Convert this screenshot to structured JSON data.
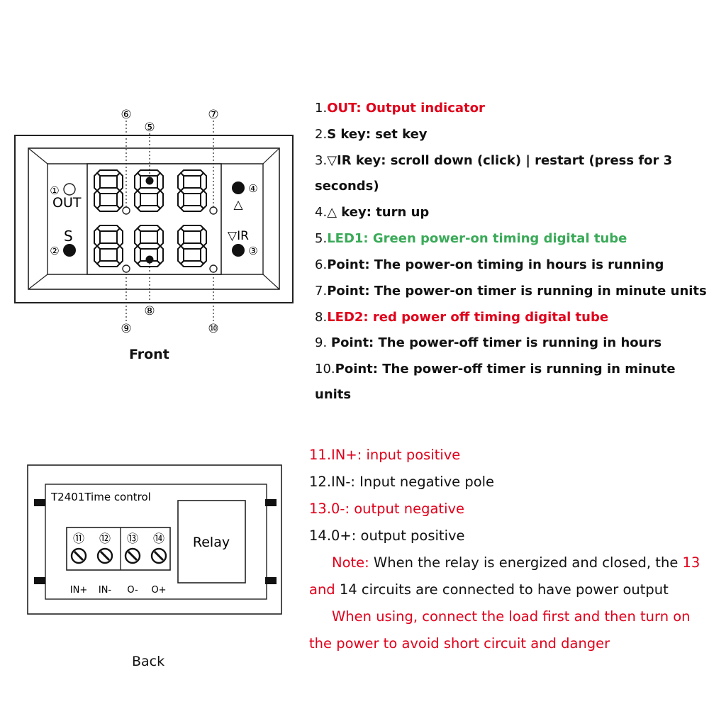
{
  "front": {
    "caption": "Front",
    "markers": [
      "①",
      "②",
      "③",
      "④",
      "⑤",
      "⑥",
      "⑦",
      "⑧",
      "⑨",
      "⑩"
    ],
    "out_label": "OUT",
    "s_label": "S",
    "up_label": "△",
    "down_ir_label": "▽IR",
    "items": [
      {
        "num": "1.",
        "text": "OUT: Output indicator",
        "color": "#e0001b"
      },
      {
        "num": "2.",
        "text": "S key: set key",
        "color": "#111111"
      },
      {
        "num": "3.",
        "text": "▽IR key: scroll down (click) | restart (press for 3",
        "color": "#111111"
      },
      {
        "num": "",
        "text": "seconds)",
        "color": "#111111"
      },
      {
        "num": "4.",
        "text": "△ key: turn up",
        "color": "#111111"
      },
      {
        "num": "5.",
        "text": "LED1: Green power-on timing digital tube",
        "color": "#3aaa58"
      },
      {
        "num": "6.",
        "text": "Point: The power-on timing in hours is running",
        "color": "#111111"
      },
      {
        "num": "7.",
        "text": "Point: The power-on timer is running in minute units",
        "color": "#111111"
      },
      {
        "num": "8.",
        "text": "LED2: red power off timing digital tube",
        "color": "#e0001b"
      },
      {
        "num": "9. ",
        "text": "Point: The power-off timer is running in hours",
        "color": "#111111"
      },
      {
        "num": "10.",
        "text": "Point: The power-off timer is running in minute",
        "color": "#111111"
      },
      {
        "num": "",
        "text": "units",
        "color": "#111111"
      }
    ]
  },
  "back": {
    "caption": "Back",
    "board_title": "T2401Time control",
    "relay_label": "Relay",
    "terminal_numbers": [
      "⑪",
      "⑫",
      "⑬",
      "⑭"
    ],
    "terminal_labels": [
      "IN+",
      "IN-",
      "O-",
      "O+"
    ],
    "items": [
      {
        "text": "11.IN+: input positive",
        "color": "#e0001b"
      },
      {
        "text": "12.IN-: Input negative pole",
        "color": "#111111"
      },
      {
        "text": "13.0-: output negative",
        "color": "#e0001b"
      },
      {
        "text": "14.0+: output positive",
        "color": "#111111"
      }
    ],
    "note": {
      "label": "Note:",
      "text1": " When the relay is energized and closed, the ",
      "num1": "13",
      "num2": "and",
      "text2": " 14 circuits are connected to have power output",
      "warning1": "When using, connect the load first and then turn on",
      "warning2": "the power to avoid short circuit and danger"
    }
  },
  "colors": {
    "red": "#e0001b",
    "green": "#3aaa58",
    "ink": "#111111"
  }
}
